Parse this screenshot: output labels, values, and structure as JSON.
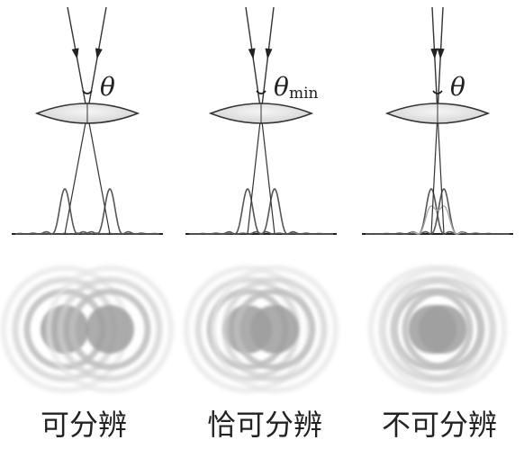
{
  "panels": [
    {
      "id": "resolvable",
      "caption": "可分辨",
      "angle_symbol": "θ",
      "angle_subscript": ""
    },
    {
      "id": "just-resolvable",
      "caption": "恰可分辨",
      "angle_symbol": "θ",
      "angle_subscript": "min"
    },
    {
      "id": "unresolvable",
      "caption": "不可分辨",
      "angle_symbol": "θ",
      "angle_subscript": ""
    }
  ]
}
